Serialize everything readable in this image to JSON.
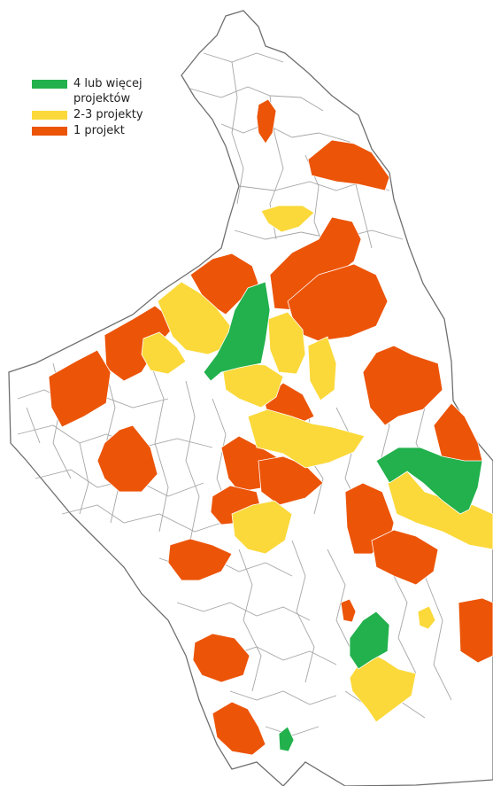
{
  "legend": {
    "items": [
      {
        "label": "4 lub więcej projektów",
        "color": "#22b14c"
      },
      {
        "label": "2-3 projekty",
        "color": "#fbd93a"
      },
      {
        "label": "1 projekt",
        "color": "#ec5408"
      }
    ]
  },
  "colors": {
    "background": "#ffffff",
    "border": "#9b9b9b",
    "outline": "#6f6f6f",
    "unfunded": "#ffffff"
  }
}
